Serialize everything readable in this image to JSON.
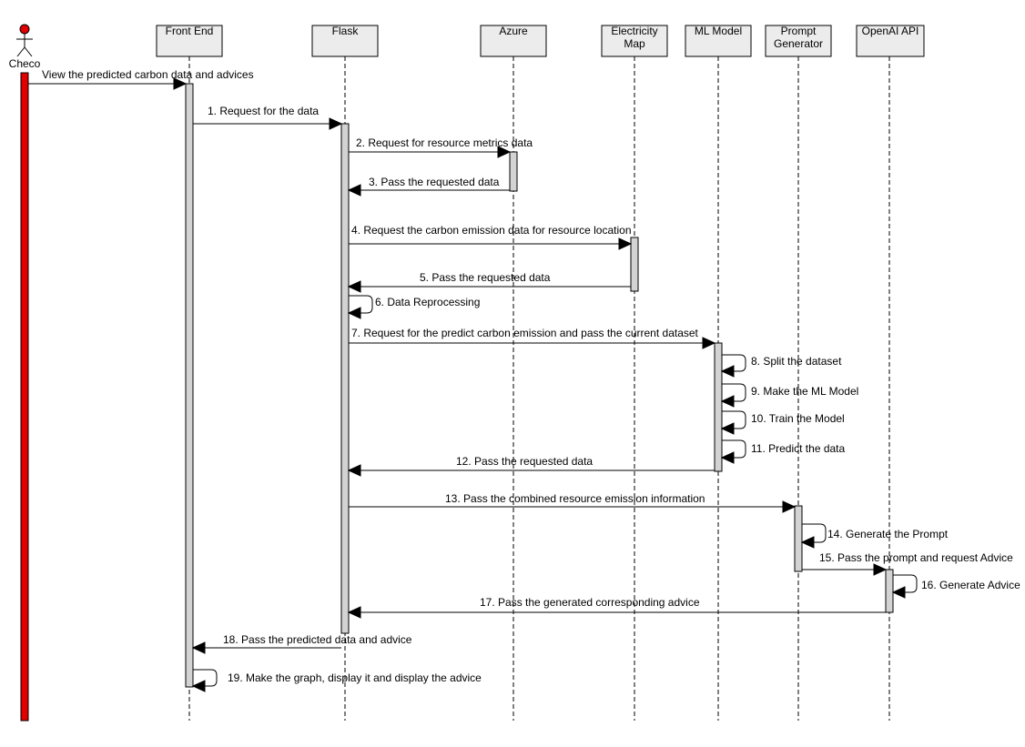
{
  "actor": {
    "name": "Checo",
    "color": "#e00000"
  },
  "participants": [
    {
      "id": "front_end",
      "lines": [
        "Front End"
      ]
    },
    {
      "id": "flask",
      "lines": [
        "Flask"
      ]
    },
    {
      "id": "azure",
      "lines": [
        "Azure"
      ]
    },
    {
      "id": "electricity_map",
      "lines": [
        "Electricity",
        "Map"
      ]
    },
    {
      "id": "ml_model",
      "lines": [
        "ML Model"
      ]
    },
    {
      "id": "prompt_generator",
      "lines": [
        "Prompt",
        "Generator"
      ]
    },
    {
      "id": "openai_api",
      "lines": [
        "OpenAI API"
      ]
    }
  ],
  "messages": [
    {
      "from": "actor",
      "to": "front_end",
      "text": "View the predicted carbon data and advices"
    },
    {
      "from": "front_end",
      "to": "flask",
      "text": "1. Request for the data"
    },
    {
      "from": "flask",
      "to": "azure",
      "text": "2. Request for resource metrics data"
    },
    {
      "from": "azure",
      "to": "flask",
      "text": "3. Pass the requested data"
    },
    {
      "from": "flask",
      "to": "electricity_map",
      "text": "4. Request the carbon emission data for resource location"
    },
    {
      "from": "electricity_map",
      "to": "flask",
      "text": "5. Pass the requested data"
    },
    {
      "from": "flask",
      "to": "flask",
      "text": "6. Data Reprocessing"
    },
    {
      "from": "flask",
      "to": "ml_model",
      "text": "7. Request for the predict carbon emission and pass the current dataset"
    },
    {
      "from": "ml_model",
      "to": "ml_model",
      "text": "8. Split the dataset"
    },
    {
      "from": "ml_model",
      "to": "ml_model",
      "text": "9. Make the ML Model"
    },
    {
      "from": "ml_model",
      "to": "ml_model",
      "text": "10. Train the Model"
    },
    {
      "from": "ml_model",
      "to": "ml_model",
      "text": "11. Predict the data"
    },
    {
      "from": "ml_model",
      "to": "flask",
      "text": "12. Pass the requested data"
    },
    {
      "from": "flask",
      "to": "prompt_generator",
      "text": "13. Pass the combined resource emission information"
    },
    {
      "from": "prompt_generator",
      "to": "prompt_generator",
      "text": "14. Generate the Prompt"
    },
    {
      "from": "prompt_generator",
      "to": "openai_api",
      "text": "15. Pass the prompt and request Advice"
    },
    {
      "from": "openai_api",
      "to": "openai_api",
      "text": "16. Generate Advice"
    },
    {
      "from": "openai_api",
      "to": "flask",
      "text": "17. Pass the generated corresponding advice"
    },
    {
      "from": "flask",
      "to": "front_end",
      "text": "18. Pass the predicted data and advice"
    },
    {
      "from": "front_end",
      "to": "front_end",
      "text": "19. Make the graph, display it and display the advice"
    }
  ]
}
